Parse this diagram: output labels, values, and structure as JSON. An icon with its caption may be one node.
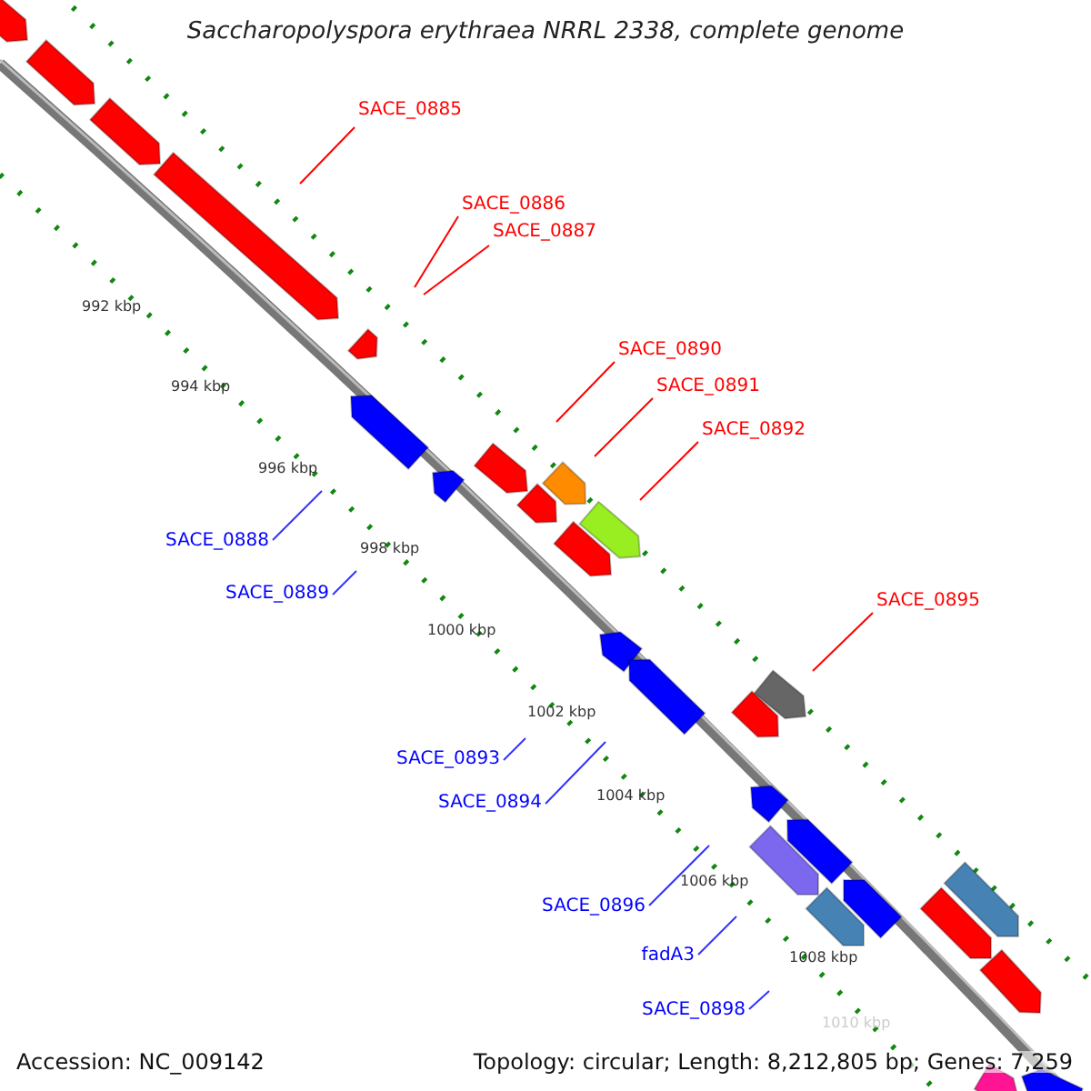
{
  "diagram": {
    "title": "Saccharopolyspora erythraea NRRL 2338, complete genome",
    "nodes": [
      {
        "text": [
          "SACE_0885"
        ]
      },
      {
        "text": [
          "SACE_0886"
        ]
      },
      {
        "text": [
          "SACE_0887"
        ]
      },
      {
        "text": [
          "SACE_0890"
        ]
      },
      {
        "text": [
          "SACE_0891"
        ]
      },
      {
        "text": [
          "SACE_0892"
        ]
      },
      {
        "text": [
          "SACE_0888"
        ]
      },
      {
        "text": [
          "SACE_0889"
        ]
      },
      {
        "text": [
          "SACE_0895"
        ]
      },
      {
        "text": [
          "SACE_0893"
        ]
      },
      {
        "text": [
          "SACE_0894"
        ]
      },
      {
        "text": [
          "SACE_0896"
        ]
      },
      {
        "text": [
          "fadA3"
        ]
      },
      {
        "text": [
          "SACE_0898"
        ]
      }
    ],
    "edges": [
      {
        "from": 0,
        "to": null,
        "arrow": "none",
        "color": "#ff0000"
      },
      {
        "from": 1,
        "to": null,
        "arrow": "none",
        "color": "#ff0000"
      },
      {
        "from": 2,
        "to": null,
        "arrow": "none",
        "color": "#ff0000"
      },
      {
        "from": 3,
        "to": null,
        "arrow": "none",
        "color": "#ff0000"
      },
      {
        "from": 4,
        "to": null,
        "arrow": "none",
        "color": "#ff0000"
      },
      {
        "from": 5,
        "to": null,
        "arrow": "none",
        "color": "#ff0000"
      },
      {
        "from": 6,
        "to": null,
        "arrow": "none",
        "color": "#3333ff"
      },
      {
        "from": 7,
        "to": null,
        "arrow": "none",
        "color": "#3333ff"
      },
      {
        "from": 8,
        "to": null,
        "arrow": "none",
        "color": "#ff0000"
      },
      {
        "from": 9,
        "to": null,
        "arrow": "none",
        "color": "#3333ff"
      },
      {
        "from": 10,
        "to": null,
        "arrow": "none",
        "color": "#3333ff"
      },
      {
        "from": 11,
        "to": null,
        "arrow": "none",
        "color": "#3333ff"
      },
      {
        "from": 12,
        "to": null,
        "arrow": "none",
        "color": "#3333ff"
      },
      {
        "from": 13,
        "to": null,
        "arrow": "none",
        "color": "#3333ff"
      }
    ],
    "labels": [
      "992 kbp",
      "994 kbp",
      "996 kbp",
      "998 kbp",
      "1000 kbp",
      "1002 kbp",
      "1004 kbp",
      "1006 kbp",
      "1008 kbp",
      "1010 kbp",
      "Accession: NC_009142",
      "Topology: circular; Length: 8,212,805 bp; Genes: 7,259"
    ]
  }
}
